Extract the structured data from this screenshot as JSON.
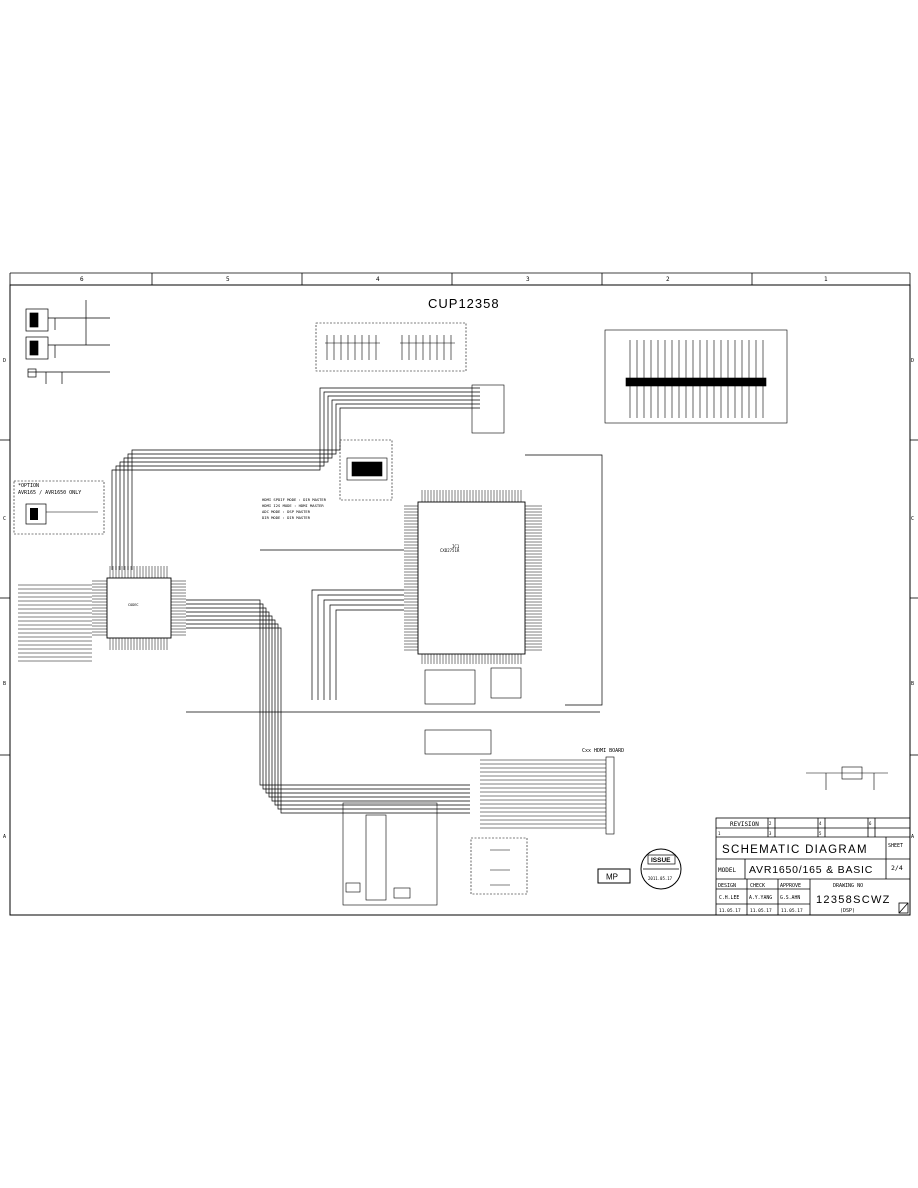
{
  "sheet": {
    "title": "CUP12358",
    "column_labels": [
      "6",
      "5",
      "4",
      "3",
      "2",
      "1"
    ],
    "row_labels": [
      "D",
      "C",
      "B",
      "A"
    ]
  },
  "annotations": {
    "option_line1": "*OPTION",
    "option_line2": "AVR165 / AVR1650 ONLY",
    "hdmi_board": "Cxx HDMI BOARD",
    "dsp_chip": "CXD2751R",
    "mode_notes": [
      "HDMI SPDIF MODE : DIR MASTER",
      "HDMI I2S MODE : HDMI MASTER",
      "ADC MODE : DSP MASTER",
      "DIR MODE : DIR MASTER"
    ]
  },
  "stamps": {
    "mp": "MP",
    "issue": "ISSUE",
    "issue_date": "2011.05.17"
  },
  "title_block": {
    "revision_label": "REVISION",
    "revision_cols": [
      "1",
      "2",
      "3",
      "4",
      "5",
      "6"
    ],
    "heading": "SCHEMATIC DIAGRAM",
    "sheet_label": "SHEET",
    "sheet_value": "2/4",
    "model_label": "MODEL",
    "model_value": "AVR1650/165 & BASIC",
    "design_label": "DESIGN",
    "check_label": "CHECK",
    "approve_label": "APPROVE",
    "drawing_no_label": "DRAWING NO",
    "drawing_no": "12358SCWZ",
    "drawing_sub": "(DSP)",
    "designer": "C.H.LEE",
    "checker": "A.Y.YANG",
    "approver": "G.S.AHN",
    "design_date": "11.05.17",
    "check_date": "11.05.17",
    "approve_date": "11.05.17"
  }
}
